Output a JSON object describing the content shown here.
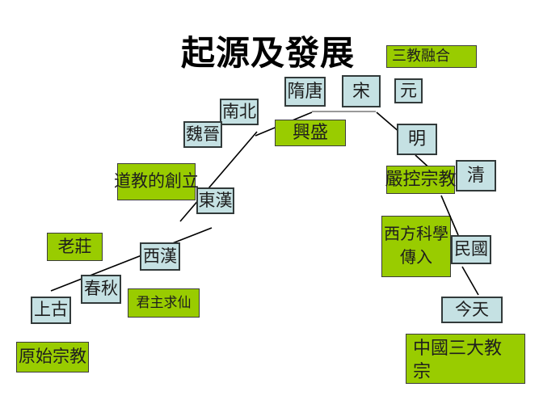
{
  "slide": {
    "title": "起源及發展"
  },
  "colors": {
    "box_green": "#99cc00",
    "box_blue": "#c5e1e3",
    "connector_black": "#000000",
    "connector_gray": "#9a9a9a"
  },
  "nodes": {
    "sanjiaoronghe": {
      "label": "三教融合"
    },
    "suitang": {
      "label": "隋唐"
    },
    "song": {
      "label": "宋"
    },
    "yuan": {
      "label": "元"
    },
    "nanbei": {
      "label": "南北"
    },
    "weijin": {
      "label": "魏晉"
    },
    "xingsheng": {
      "label": "興盛"
    },
    "ming": {
      "label": "明"
    },
    "daojiao_chuangli": {
      "label": "道教的創立"
    },
    "donghan": {
      "label": "東漢"
    },
    "yankong_zongjiao": {
      "label": "嚴控宗教"
    },
    "qing": {
      "label": "清"
    },
    "xifang_kexue": {
      "label": "西方科學\n傳入"
    },
    "minguo": {
      "label": "民國"
    },
    "jintian": {
      "label": "今天"
    },
    "zhongguo_sanda": {
      "label": "中國三大教\n宗"
    },
    "laozhuang": {
      "label": "老莊"
    },
    "xihan": {
      "label": "西漢"
    },
    "chunqiu": {
      "label": "春秋"
    },
    "shanggu": {
      "label": "上古"
    },
    "junzhu_qiuxian": {
      "label": "君主求仙"
    },
    "yuanshi_zongjiao": {
      "label": "原始宗教"
    }
  }
}
